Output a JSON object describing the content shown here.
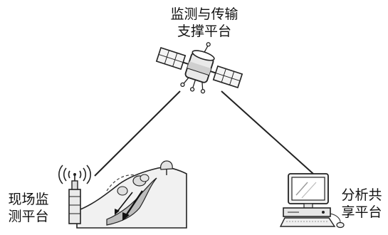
{
  "nodes": {
    "satellite": {
      "line1": "监测与传输",
      "line2": "支撑平台"
    },
    "field": {
      "line1": "现场监",
      "line2": "测平台"
    },
    "analysis": {
      "line1": "分析共",
      "line2": "享平台"
    }
  },
  "icons": [
    "satellite-icon",
    "signal-tower-icon",
    "landslide-slope-icon",
    "computer-workstation-icon"
  ],
  "colors": {
    "stroke": "#222222",
    "fill_light": "#f2f2f2",
    "shade": "#cfcfcf"
  }
}
